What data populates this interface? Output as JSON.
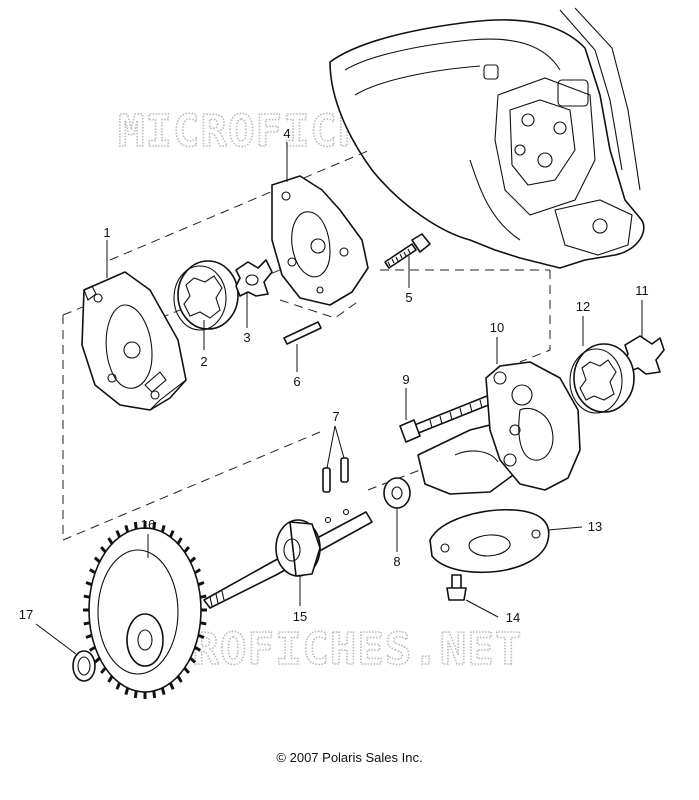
{
  "watermark": {
    "text_top": "MICROFICHES.NET",
    "text_bottom": "MICROFICHES.NET"
  },
  "callouts": [
    {
      "number": "1"
    },
    {
      "number": "2"
    },
    {
      "number": "3"
    },
    {
      "number": "4"
    },
    {
      "number": "5"
    },
    {
      "number": "6"
    },
    {
      "number": "7"
    },
    {
      "number": "8"
    },
    {
      "number": "9"
    },
    {
      "number": "10"
    },
    {
      "number": "11"
    },
    {
      "number": "12"
    },
    {
      "number": "13"
    },
    {
      "number": "14"
    },
    {
      "number": "15"
    },
    {
      "number": "16"
    },
    {
      "number": "17"
    }
  ],
  "footer": {
    "copyright": "© 2007 Polaris Sales Inc."
  },
  "colors": {
    "line": "#111111",
    "watermark": "#b9b9b9",
    "background": "#ffffff"
  }
}
